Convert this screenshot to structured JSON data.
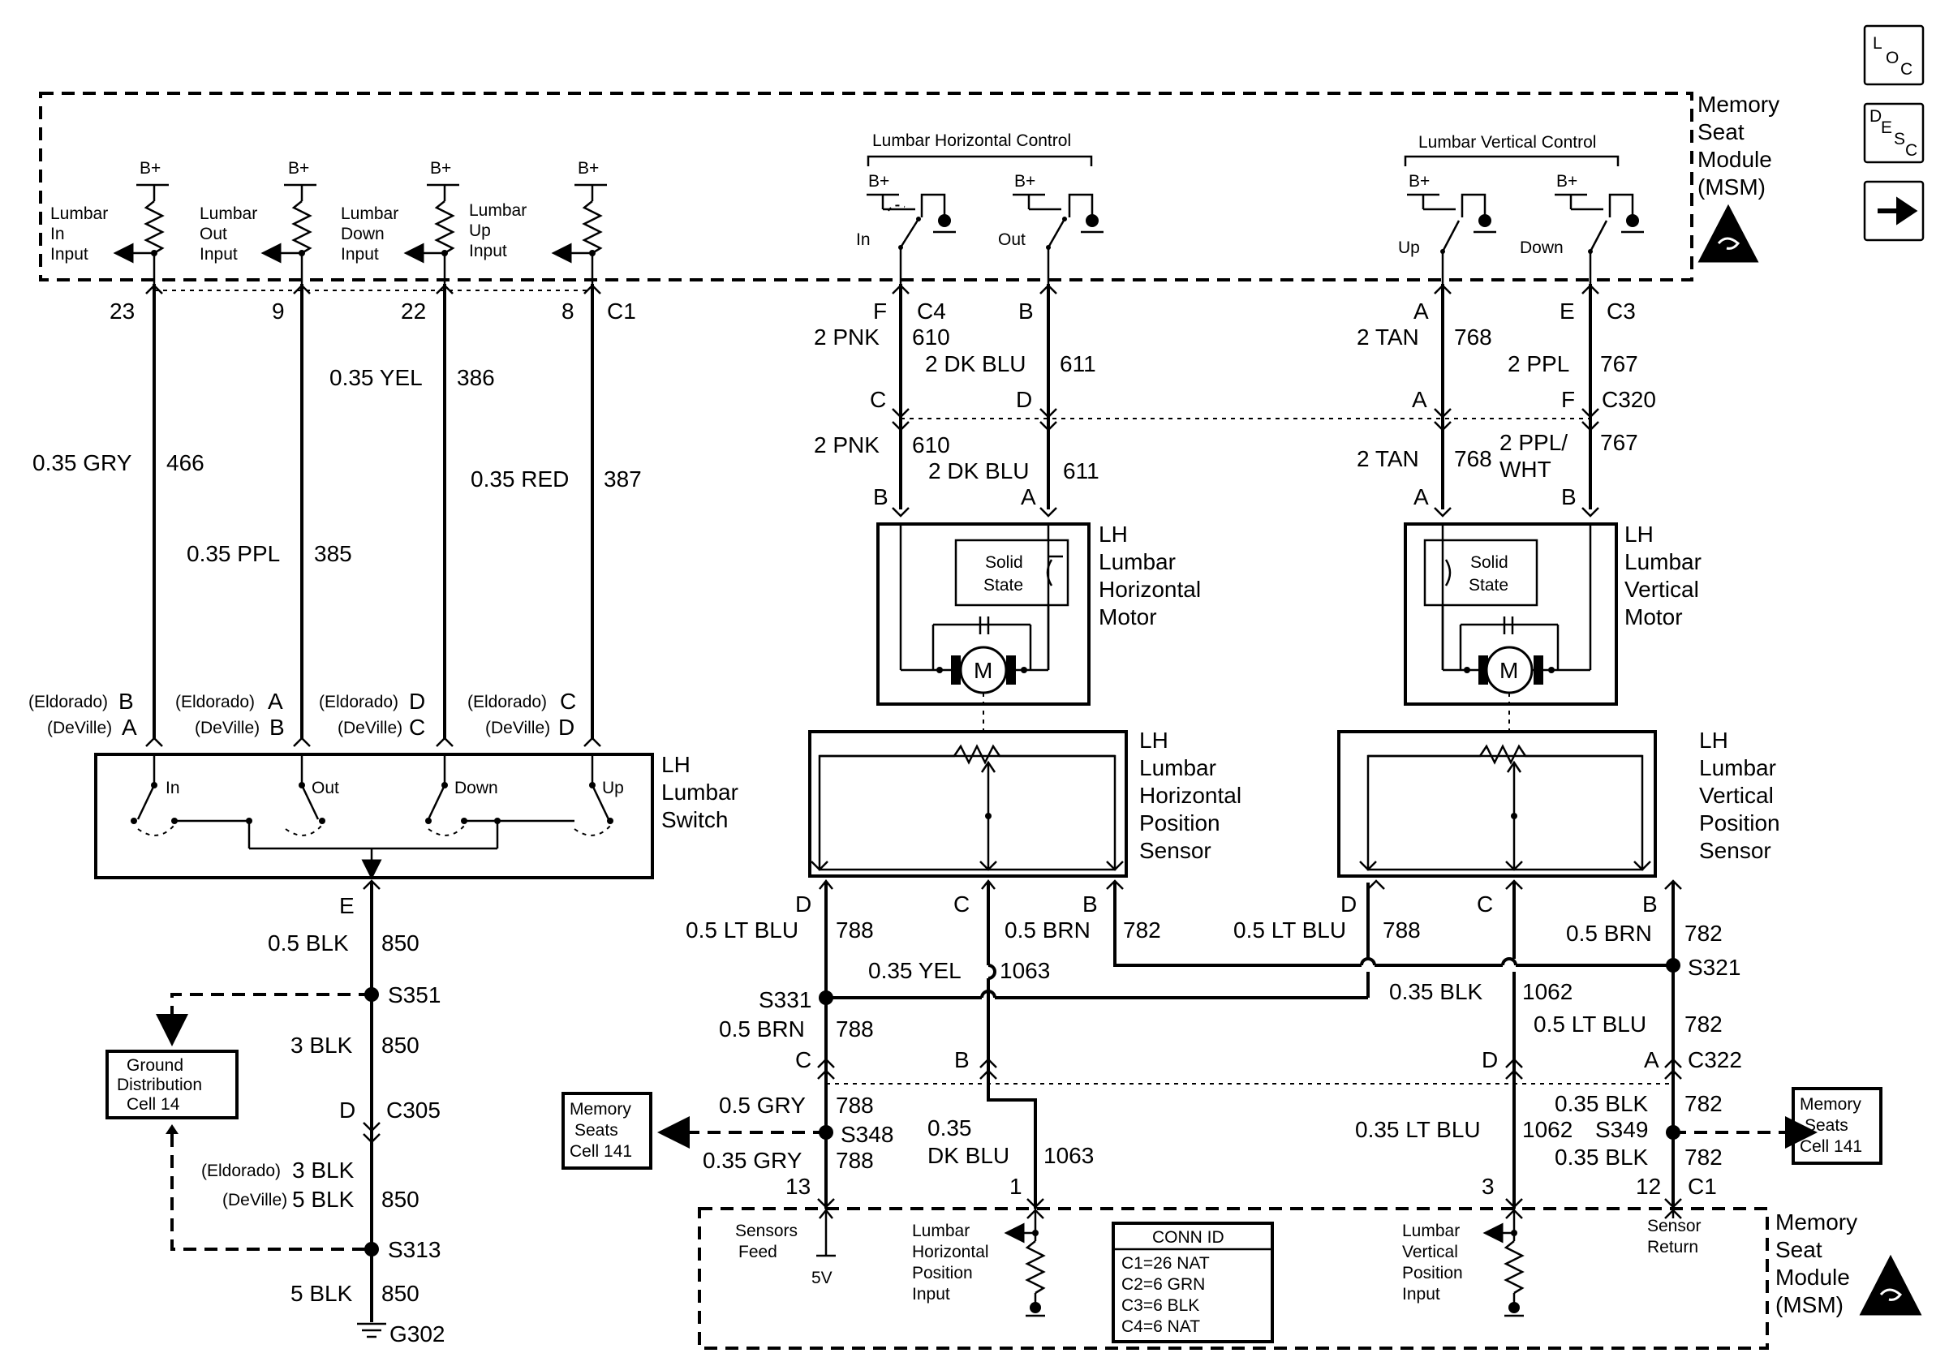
{
  "icons": {
    "loc_icon": "LOC",
    "desc_icon": "DESC",
    "next_icon": "arrow-right"
  },
  "msm_top": {
    "label1": "Memory",
    "label2": "Seat",
    "label3": "Module",
    "label4": "(MSM)"
  },
  "msm_bottom": {
    "label1": "Memory",
    "label2": "Seat",
    "label3": "Module",
    "label4": "(MSM)"
  },
  "inputs": {
    "bplus": "B+",
    "lumbar_in": [
      "Lumbar",
      "In",
      "Input"
    ],
    "lumbar_out": [
      "Lumbar",
      "Out",
      "Input"
    ],
    "lumbar_down": [
      "Lumbar",
      "Down",
      "Input"
    ],
    "lumbar_up": [
      "Lumbar",
      "Up",
      "Input"
    ]
  },
  "controls": {
    "horizontal": "Lumbar Horizontal Control",
    "vertical": "Lumbar Vertical Control",
    "in": "In",
    "out": "Out",
    "up": "Up",
    "down": "Down"
  },
  "pins_top": {
    "p23": "23",
    "p9": "9",
    "p22": "22",
    "p8": "8",
    "c1": "C1",
    "f": "F",
    "c4": "C4",
    "b": "B",
    "a": "A",
    "e": "E",
    "c3": "C3"
  },
  "wires": {
    "gry466": [
      "0.35 GRY",
      "466"
    ],
    "ppl385": [
      "0.35 PPL",
      "385"
    ],
    "yel386": [
      "0.35 YEL",
      "386"
    ],
    "red387": [
      "0.35 RED",
      "387"
    ],
    "pnk610": [
      "2 PNK",
      "610"
    ],
    "dkblu611": [
      "2 DK BLU",
      "611"
    ],
    "tan768": [
      "2 TAN",
      "768"
    ],
    "ppl767": [
      "2 PPL",
      "767"
    ],
    "pplwht767": [
      "2 PPL/",
      "WHT",
      "767"
    ],
    "blk850a": [
      "0.5 BLK",
      "850"
    ],
    "blk850b": [
      "3 BLK",
      "850"
    ],
    "blk850c": [
      "3 BLK",
      "5 BLK",
      "850"
    ],
    "blk850d": [
      "5 BLK",
      "850"
    ],
    "ltblu788": [
      "0.5 LT BLU",
      "788"
    ],
    "brn782": [
      "0.5 BRN",
      "782"
    ],
    "yel1063": [
      "0.35 YEL",
      "1063"
    ],
    "blk1062": [
      "0.35 BLK",
      "1062"
    ],
    "brn788": [
      "0.5 BRN",
      "788"
    ],
    "ltblu782": [
      "0.5 LT BLU",
      "782"
    ],
    "gry788a": [
      "0.5 GRY",
      "788"
    ],
    "gry788b": [
      "0.35 GRY",
      "788"
    ],
    "dkblu1063": [
      "0.35",
      "DK BLU",
      "1063"
    ],
    "ltblu1062": [
      "0.35 LT BLU",
      "1062"
    ],
    "blk782a": [
      "0.35 BLK",
      "782"
    ],
    "blk782b": [
      "0.35 BLK",
      "782"
    ]
  },
  "c320": {
    "c": "C",
    "d": "D",
    "a": "A",
    "f": "F",
    "label": "C320"
  },
  "motors": {
    "horizontal": [
      "LH",
      "Lumbar",
      "Horizontal",
      "Motor"
    ],
    "vertical": [
      "LH",
      "Lumbar",
      "Vertical",
      "Motor"
    ],
    "solid_state": [
      "Solid",
      "State"
    ],
    "m": "M",
    "pin_b": "B",
    "pin_a": "A"
  },
  "sensors": {
    "horizontal": [
      "LH",
      "Lumbar",
      "Horizontal",
      "Position",
      "Sensor"
    ],
    "vertical": [
      "LH",
      "Lumbar",
      "Vertical",
      "Position",
      "Sensor"
    ],
    "d": "D",
    "c": "C",
    "b": "B"
  },
  "lumbar_switch": {
    "label": [
      "LH",
      "Lumbar",
      "Switch"
    ],
    "in": "In",
    "out": "Out",
    "down": "Down",
    "up": "Up",
    "eldorado": "(Eldorado)",
    "deville": "(DeVille)",
    "e1": "B",
    "d1": "A",
    "e2": "A",
    "d2": "B",
    "e3": "D",
    "d3": "C",
    "e4": "C",
    "d4": "D",
    "pin_e": "E"
  },
  "splices": {
    "s351": "S351",
    "s313": "S313",
    "s331": "S331",
    "s321": "S321",
    "s348": "S348",
    "s349": "S349",
    "g302": "G302"
  },
  "connectors": {
    "c305_pin": "D",
    "c305": "C305",
    "c322": "C322",
    "c322_a": "A",
    "c322_c": "C",
    "c322_b": "B",
    "c322_d": "D",
    "c1": "C1",
    "p13": "13",
    "p1": "1",
    "p3": "3",
    "p12": "12"
  },
  "eldorado_deville": {
    "eldorado": "(Eldorado)",
    "deville": "(DeVille)"
  },
  "refs": {
    "ground": [
      "Ground",
      "Distribution",
      "Cell 14"
    ],
    "memory_left": [
      "Memory",
      "Seats",
      "Cell 141"
    ],
    "memory_right": [
      "Memory",
      "Seats",
      "Cell 141"
    ]
  },
  "bottom_module": {
    "sensors_feed": [
      "Sensors",
      "Feed"
    ],
    "v5": "5V",
    "horiz_input": [
      "Lumbar",
      "Horizontal",
      "Position",
      "Input"
    ],
    "vert_input": [
      "Lumbar",
      "Vertical",
      "Position",
      "Input"
    ],
    "sensor_return": [
      "Sensor",
      "Return"
    ]
  },
  "conn_id": {
    "title": "CONN ID",
    "rows": [
      "C1=26 NAT",
      "C2=6 GRN",
      "C3=6 BLK",
      "C4=6 NAT"
    ]
  }
}
